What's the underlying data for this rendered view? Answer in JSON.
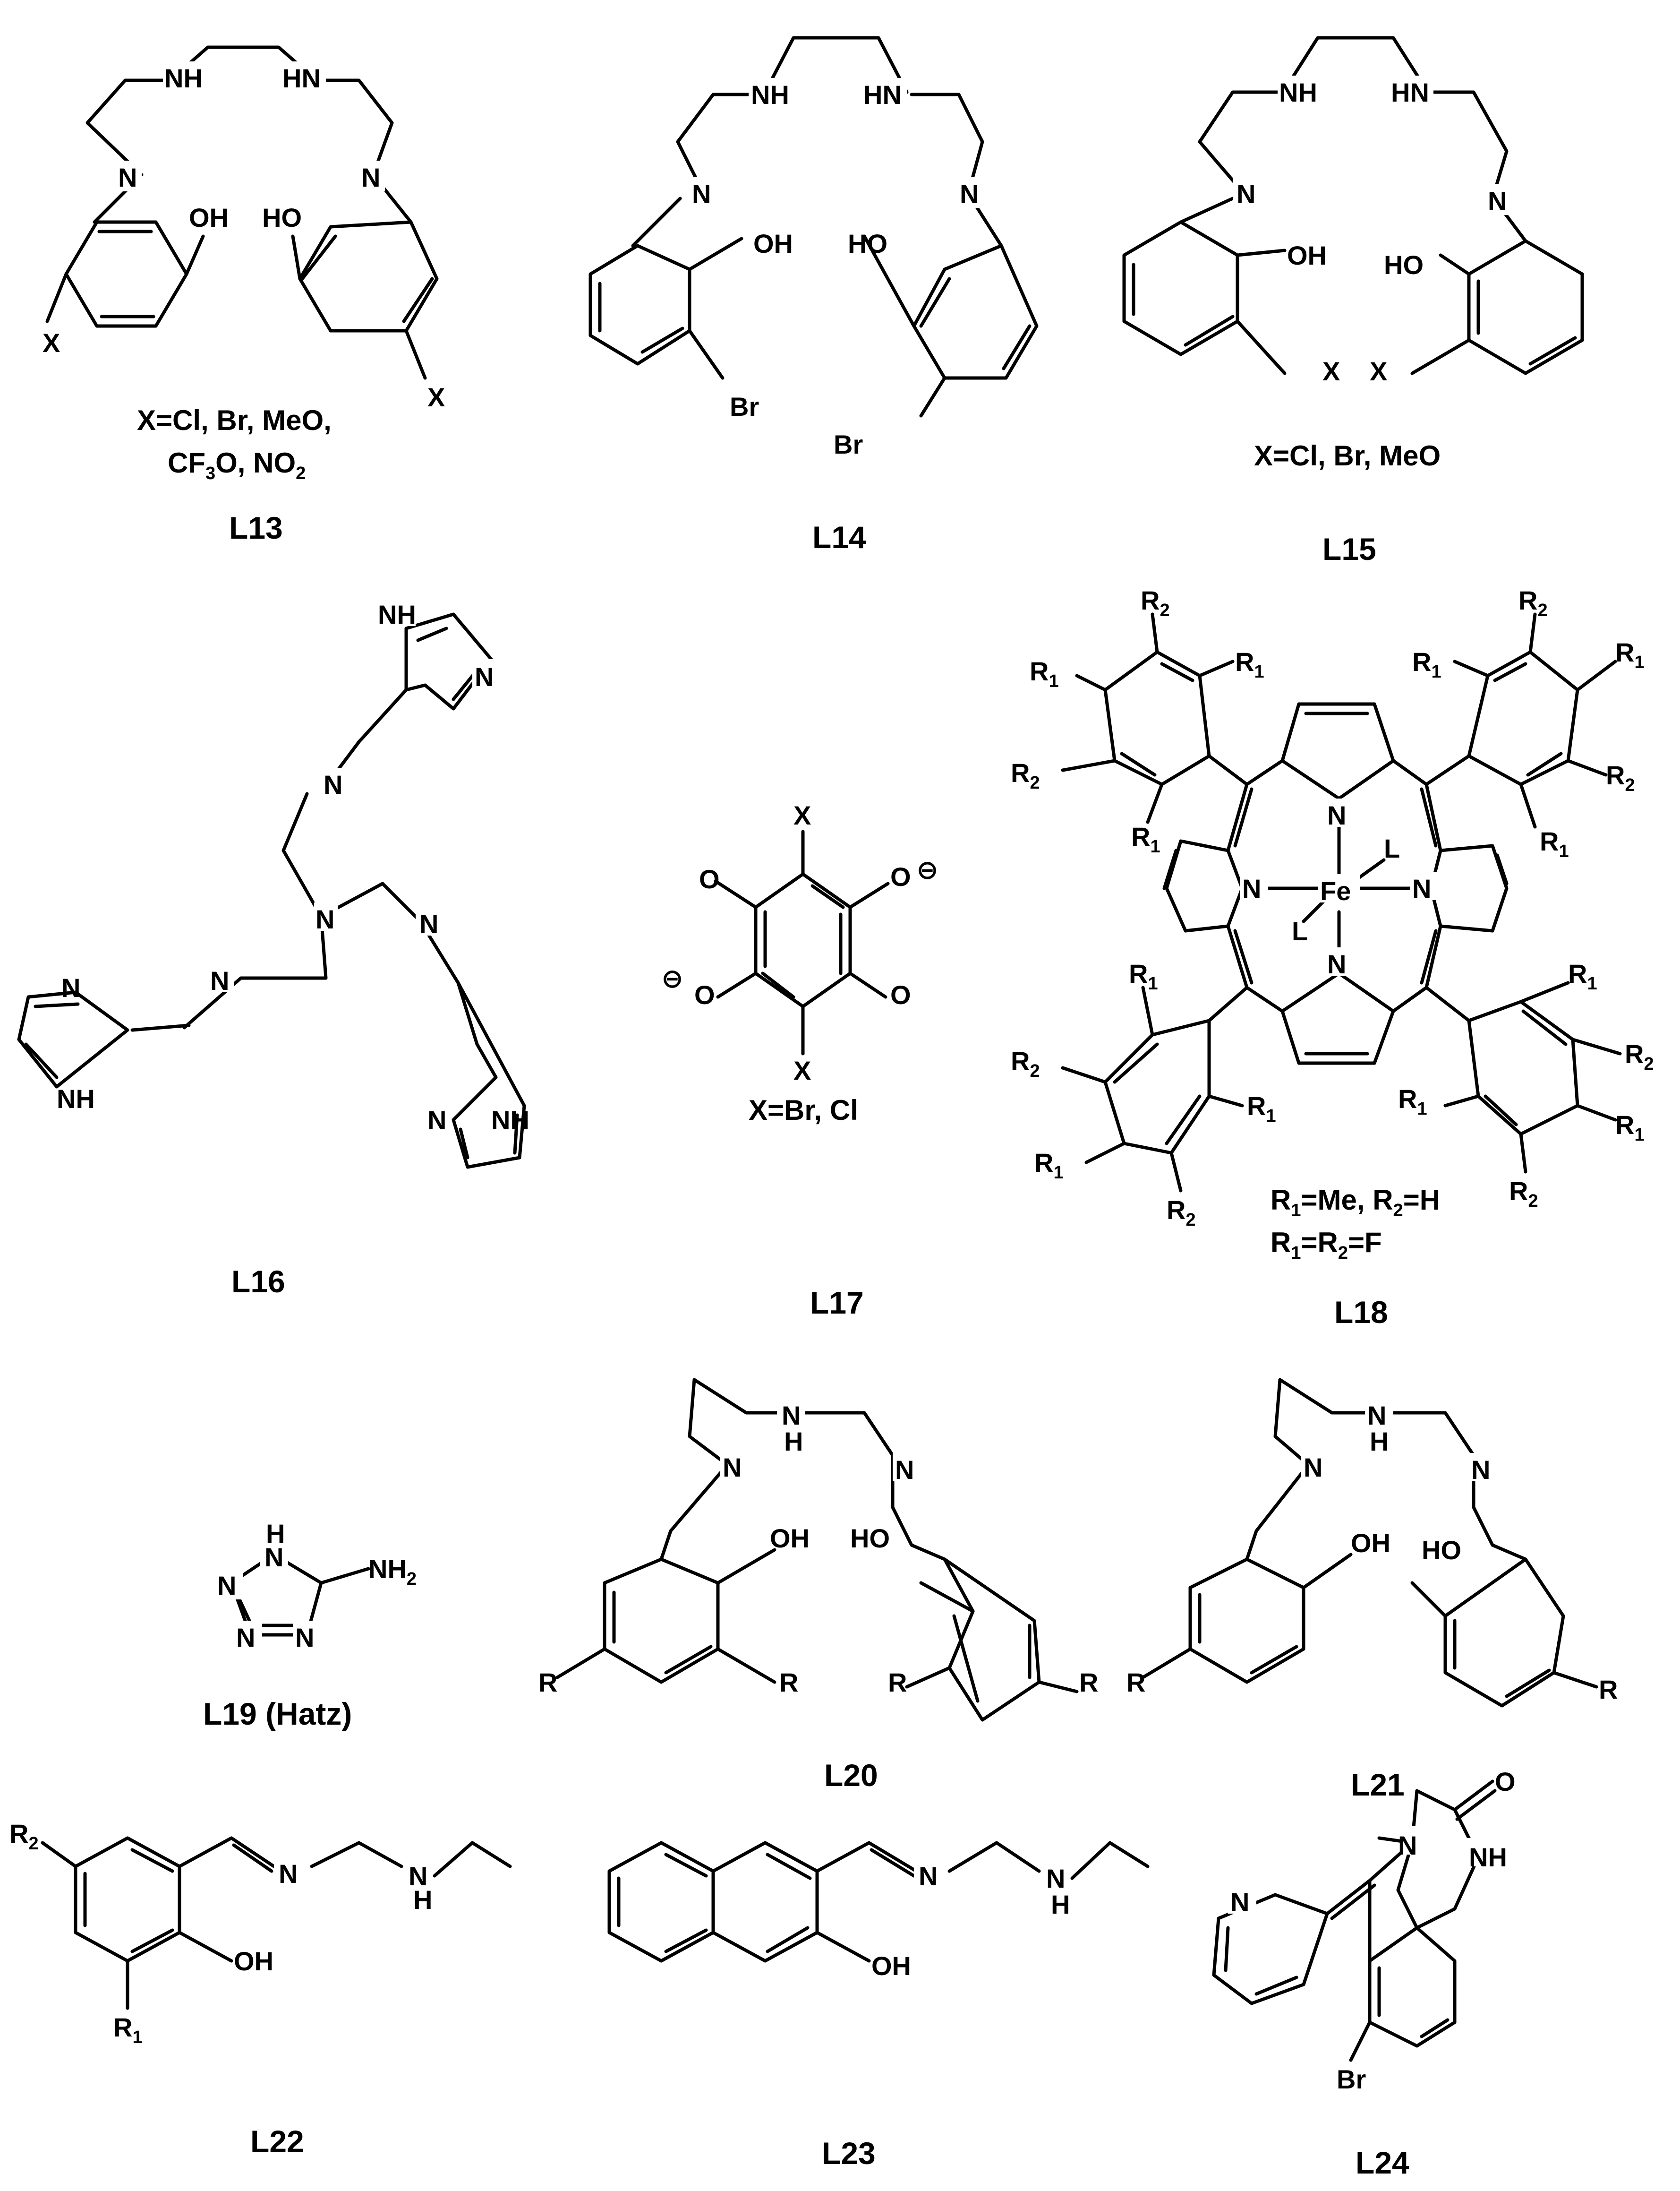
{
  "captions": {
    "L13": "L13",
    "L14": "L14",
    "L15": "L15",
    "L16": "L16",
    "L17": "L17",
    "L18": "L18",
    "L19": "L19 (Hatz)",
    "L20": "L20",
    "L21": "L21",
    "L22": "L22",
    "L23": "L23",
    "L24": "L24"
  },
  "notes": {
    "L13_line1": "X=Cl, Br, MeO,",
    "L13_line2_a": "CF",
    "L13_line2_b": "3",
    "L13_line2_c": "O, NO",
    "L13_line2_d": "2",
    "L15": "X=Cl, Br, MeO",
    "L17": "X=Br, Cl",
    "L18_line1_a": "R",
    "L18_line1_b": "1",
    "L18_line1_c": "=Me, R",
    "L18_line1_d": "2",
    "L18_line1_e": "=H",
    "L18_line2_a": "R",
    "L18_line2_b": "1",
    "L18_line2_c": "=R",
    "L18_line2_d": "2",
    "L18_line2_e": "=F"
  },
  "atoms": {
    "NH": "NH",
    "HN": "HN",
    "N": "N",
    "H": "H",
    "OH": "OH",
    "HO": "HO",
    "X": "X",
    "Br": "Br",
    "R": "R",
    "R1": "R",
    "R2": "R",
    "sub1": "1",
    "sub2": "2",
    "O": "O",
    "Fe": "Fe",
    "L": "L",
    "minus": "⊖",
    "NH2_a": "NH",
    "NH2_b": "2"
  }
}
